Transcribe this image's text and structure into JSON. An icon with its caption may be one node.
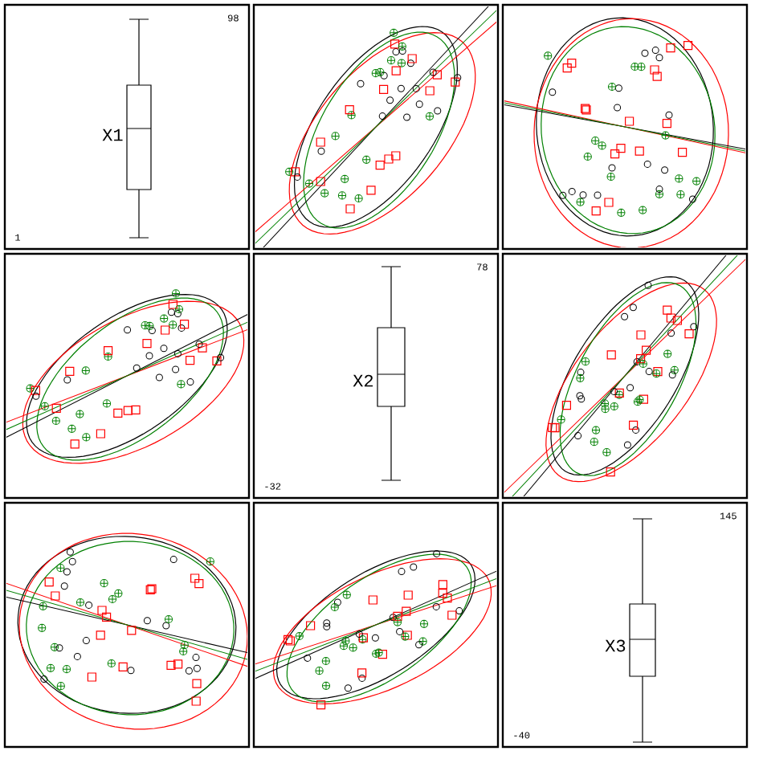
{
  "diagram": {
    "labels": [
      "98",
      "X1",
      "1",
      "78",
      "X2",
      "-32",
      "145",
      "X3",
      "-40"
    ]
  }
}
